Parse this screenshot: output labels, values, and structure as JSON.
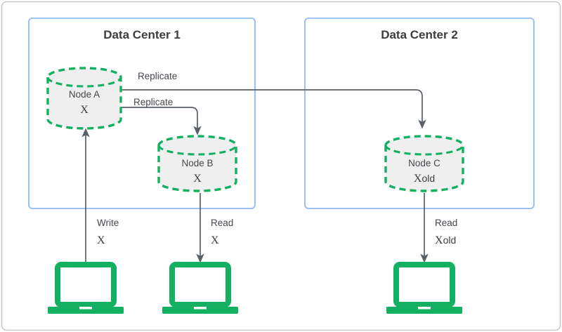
{
  "diagram": {
    "title_hidden": "",
    "colors": {
      "frame_border": "#c9c9c9",
      "datacenter_border": "#9cc3f5",
      "node_border": "#14b062",
      "node_fill": "#efefef",
      "arrow": "#5a6068",
      "device": "#14b062",
      "title_text": "#3d3d3d",
      "label_text": "#44484d"
    },
    "datacenters": [
      {
        "id": "dc1",
        "label": "Data Center 1"
      },
      {
        "id": "dc2",
        "label": "Data Center 2"
      }
    ],
    "nodes": [
      {
        "id": "node-a",
        "label": "Node A",
        "value_symbol": "X",
        "value_suffix": ""
      },
      {
        "id": "node-b",
        "label": "Node B",
        "value_symbol": "X",
        "value_suffix": ""
      },
      {
        "id": "node-c",
        "label": "Node C",
        "value_symbol": "X",
        "value_suffix": "old"
      }
    ],
    "edges": [
      {
        "id": "edge-a-to-c",
        "label": "Replicate",
        "from": "node-a",
        "to": "node-c"
      },
      {
        "id": "edge-a-to-b",
        "label": "Replicate",
        "from": "node-a",
        "to": "node-b"
      },
      {
        "id": "edge-client1-to-a",
        "label": "Write",
        "value_symbol": "X",
        "value_suffix": "",
        "from": "client-1",
        "to": "node-a"
      },
      {
        "id": "edge-b-to-client2",
        "label": "Read",
        "value_symbol": "X",
        "value_suffix": "",
        "from": "node-b",
        "to": "client-2"
      },
      {
        "id": "edge-c-to-client3",
        "label": "Read",
        "value_symbol": "X",
        "value_suffix": "old",
        "from": "node-c",
        "to": "client-3"
      }
    ],
    "clients": [
      {
        "id": "client-1",
        "icon": "laptop-icon"
      },
      {
        "id": "client-2",
        "icon": "laptop-icon"
      },
      {
        "id": "client-3",
        "icon": "laptop-icon"
      }
    ]
  }
}
